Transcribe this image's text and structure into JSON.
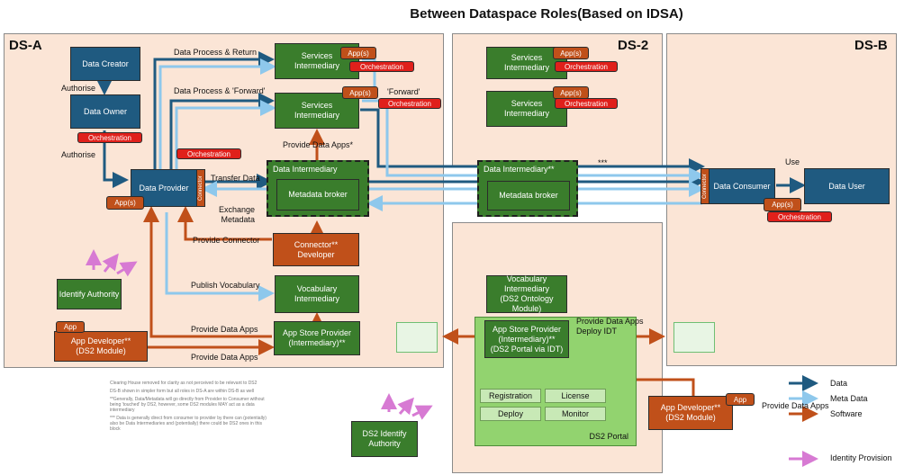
{
  "title": "Between Dataspace Roles(Based on IDSA)",
  "regions": {
    "ds_a": "DS-A",
    "ds_2": "DS-2",
    "ds_b": "DS-B"
  },
  "nodes": {
    "data_creator": "Data Creator",
    "data_owner": "Data Owner",
    "data_provider": "Data Provider",
    "identify_authority": "Identify Authority",
    "app_developer_a": "App Developer**\n(DS2 Module)",
    "services_intermediary": "Services\nIntermediary",
    "data_intermediary": "Data Intermediary",
    "data_intermediary_2": "Data Intermediary**",
    "metadata_broker": "Metadata broker",
    "connector_developer": "Connector**\nDeveloper",
    "vocabulary_intermediary": "Vocabulary\nIntermediary",
    "vocabulary_intermediary_ds2": "Vocabulary\nIntermediary\n(DS2 Ontology\nModule)",
    "app_store_provider": "App Store Provider\n(Intermediary)**",
    "app_store_provider_ds2": "App Store Provider\n(Intermediary)**\n(DS2 Portal via IDT)",
    "ds2_identify_authority": "DS2 Identify\nAuthority",
    "data_consumer": "Data Consumer",
    "data_user": "Data User",
    "app_developer_b": "App Developer**\n(DS2 Module)",
    "ds2_portal": "DS2 Portal"
  },
  "portal_buttons": [
    "Registration",
    "License",
    "Deploy",
    "Monitor"
  ],
  "tags": {
    "apps": "App(s)",
    "app": "App",
    "orchestration": "Orchestration",
    "connector": "Connector"
  },
  "labels": {
    "authorise": "Authorise",
    "data_process_return": "Data Process & Return",
    "data_process_forward": "Data Process & 'Forward'",
    "forward": "'Forward'",
    "provide_data_apps_star": "Provide Data Apps*",
    "transfer_data": "Transfer Data",
    "exchange_metadata": "Exchange\nMetadata",
    "provide_connector": "Provide Connector",
    "publish_vocabulary": "Publish Vocabulary",
    "provide_data_apps": "Provide Data Apps",
    "provide_data_apps_deploy": "Provide Data Apps\nDeploy IDT",
    "use": "Use",
    "stars": "***"
  },
  "notes": [
    "Clearing House removed for clarity as not perceived to be relevant to DS2",
    "DS-B shown in simpler form but all roles in DS-A are within DS-B as well",
    "**Generally, Data/Metadata will go directly from Provider to Consumer without being 'touched' by DS2, however, some DS2 modules MAY act as a data intermediary",
    "*** Data is generally direct from consumer to provider by there can (potentially) also be Data Intermediaries and (potentially) there could be DS2 ones in this block"
  ],
  "legend": [
    {
      "label": "Data",
      "color": "#1f5a80"
    },
    {
      "label": "Meta Data",
      "color": "#8ec8ec"
    },
    {
      "label": "Software",
      "color": "#c0501a"
    },
    {
      "label": "Identity Provision",
      "color": "#d77ad3"
    }
  ],
  "colors": {
    "data": "#1f5a80",
    "meta_data": "#8ec8ec",
    "software": "#c0501a",
    "identity": "#d77ad3",
    "region_bg": "#fbe5d6",
    "intermediary_green": "#3a7d2c",
    "orchestration_red": "#e0201b"
  }
}
